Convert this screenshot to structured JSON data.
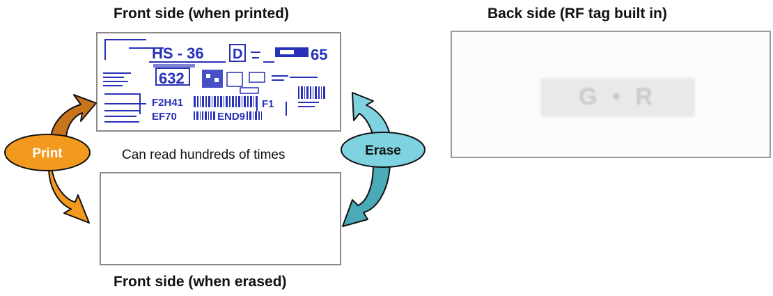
{
  "front_printed": {
    "title": "Front side (when printed)",
    "label_text": {
      "code": "HS - 36",
      "box": "D",
      "num": "65",
      "big": "632",
      "f2": "F2H41",
      "ef": "EF70",
      "end": "END9",
      "f1": "F1"
    }
  },
  "front_erased": {
    "title": "Front side (when erased)"
  },
  "back": {
    "title": "Back side (RF tag built in)",
    "faint_text": "G • R"
  },
  "middle_note": "Can read hundreds of times",
  "print_action": {
    "label": "Print",
    "color": "#f39a1e",
    "arrow_dark": "#c8741c"
  },
  "erase_action": {
    "label": "Erase",
    "color": "#7fd3e0",
    "arrow_dark": "#4aaab8"
  },
  "colors": {
    "print_ink": "#2630b8",
    "card_border": "#8a8a8a"
  }
}
